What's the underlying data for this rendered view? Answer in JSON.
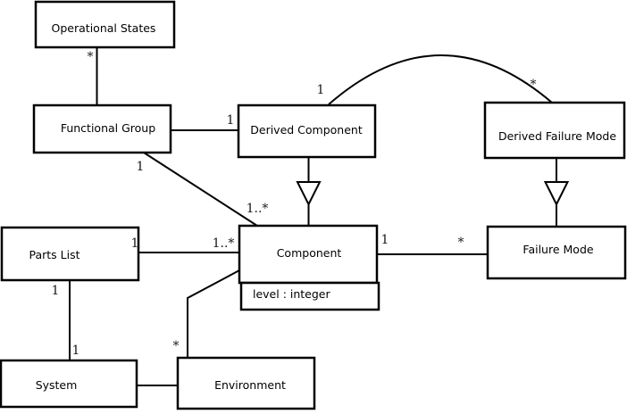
{
  "diagram": {
    "type": "uml-class-diagram",
    "classes": {
      "operational_states": {
        "name": "Operational States"
      },
      "functional_group": {
        "name": "Functional Group"
      },
      "derived_component": {
        "name": "Derived Component"
      },
      "derived_failure_mode": {
        "name": "Derived Failure Mode"
      },
      "parts_list": {
        "name": "Parts List"
      },
      "component": {
        "name": "Component",
        "attributes": {
          "level": "level : integer"
        }
      },
      "failure_mode": {
        "name": "Failure Mode"
      },
      "system": {
        "name": "System"
      },
      "environment": {
        "name": "Environment"
      }
    },
    "multiplicities": {
      "os_fg_star": "*",
      "fg_dc_one": "1",
      "fg_comp_one": "1",
      "fg_comp_many": "1..*",
      "dc_dfm_one": "1",
      "dc_dfm_star": "*",
      "pl_comp_one": "1",
      "pl_comp_many": "1..*",
      "comp_fm_one": "1",
      "comp_fm_star": "*",
      "pl_sys_one_top": "1",
      "pl_sys_one_bottom": "1",
      "comp_env_star": "*"
    },
    "colors": {
      "line": "#000000",
      "fill": "#ffffff",
      "text": "#000000"
    }
  }
}
